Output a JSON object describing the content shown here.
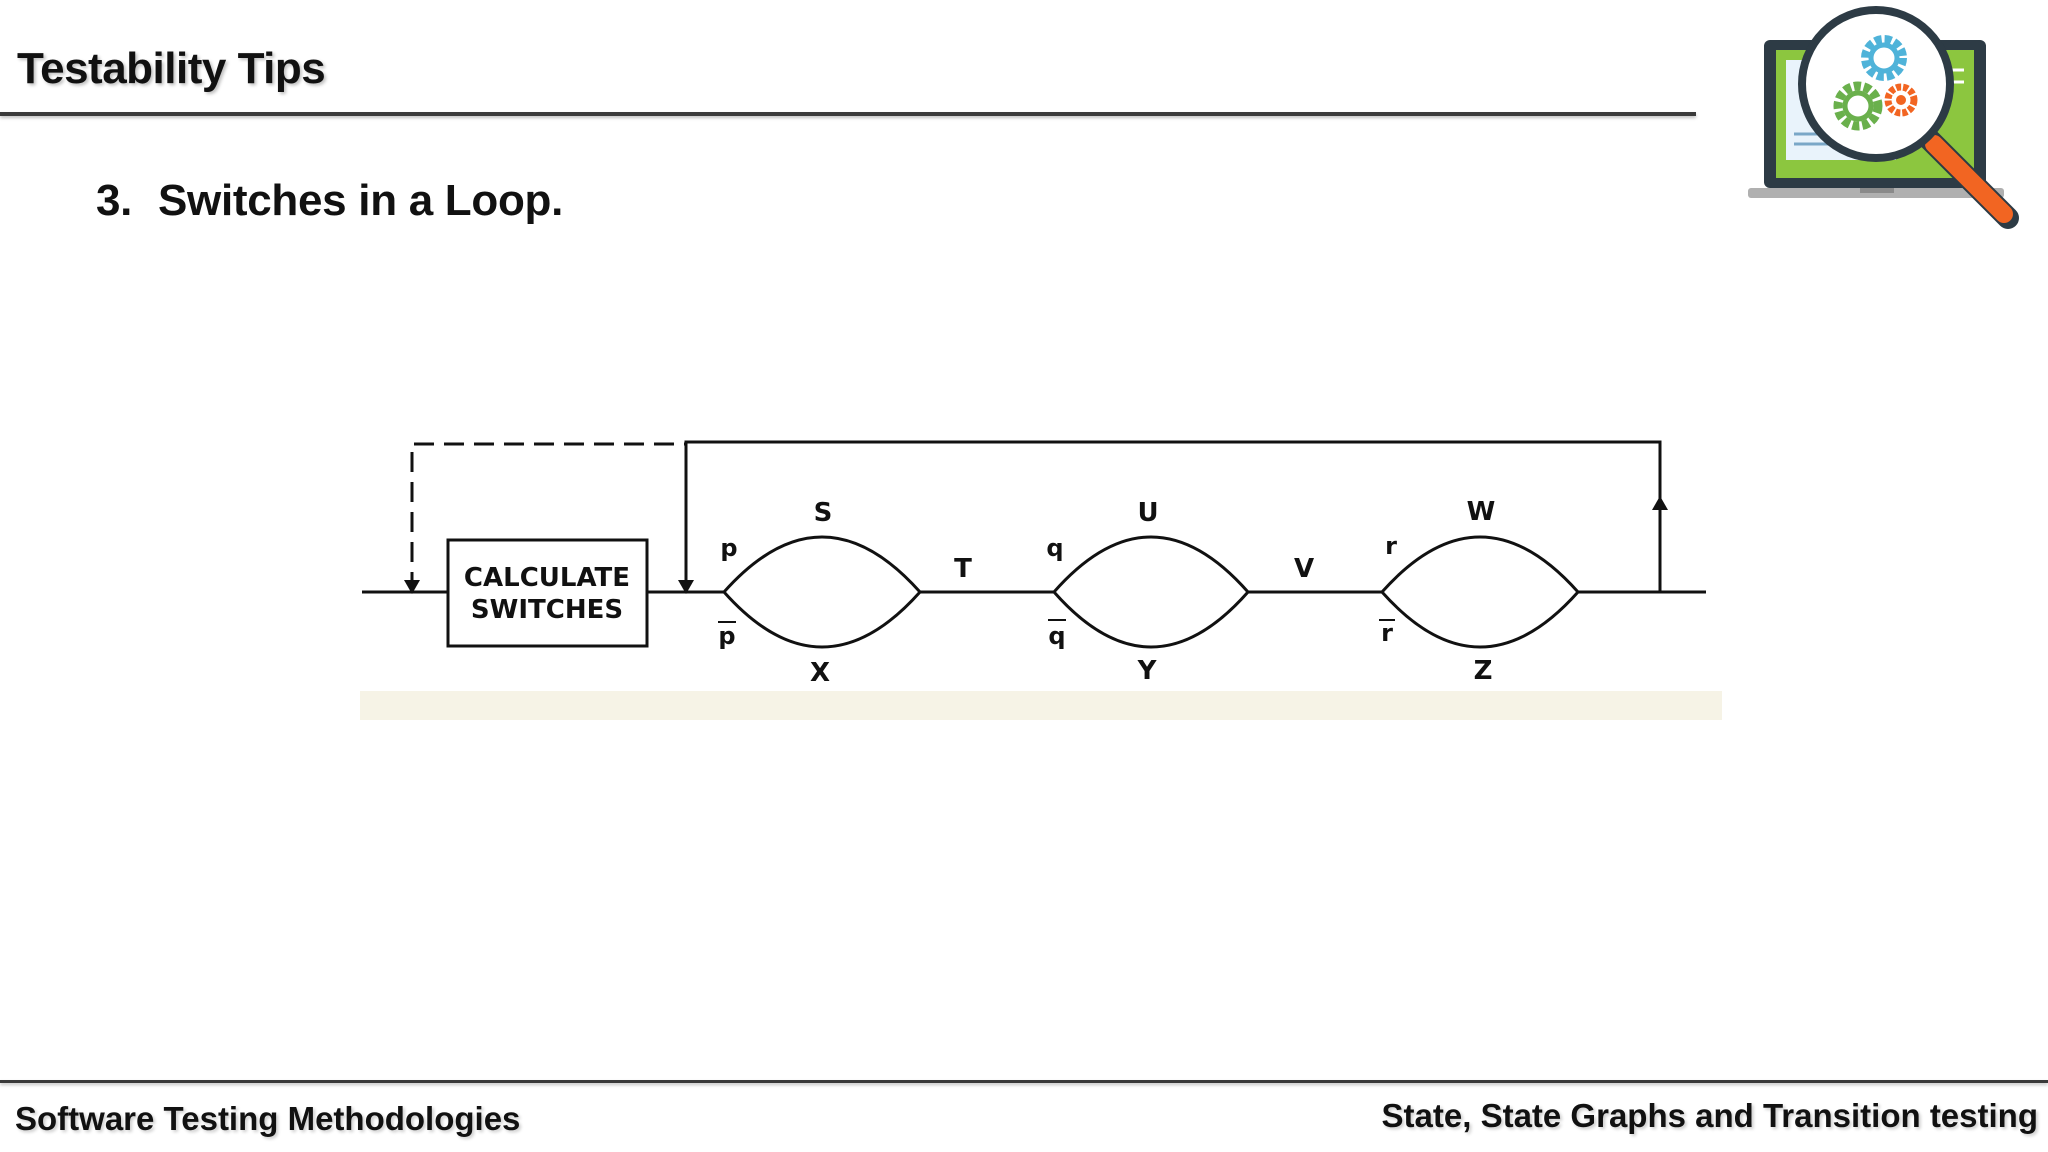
{
  "header": {
    "title": "Testability Tips"
  },
  "content": {
    "heading_number": "3.",
    "heading_text": "Switches in a Loop."
  },
  "diagram": {
    "box_line1": "CALCULATE",
    "box_line2": "SWITCHES",
    "labels": {
      "p": "p",
      "p_bar": "p",
      "S": "S",
      "X": "X",
      "T": "T",
      "q": "q",
      "q_bar": "q",
      "U": "U",
      "Y": "Y",
      "V": "V",
      "r": "r",
      "r_bar": "r",
      "W": "W",
      "Z": "Z"
    }
  },
  "footer": {
    "left": "Software Testing Methodologies",
    "right": "State, State Graphs and Transition testing"
  },
  "colors": {
    "text": "#111111",
    "rule": "#3a3a3a",
    "logo_screen_green": "#8cc63f",
    "logo_screen_frame": "#2d3b45",
    "logo_magnifier_handle": "#f26522",
    "logo_gear_blue": "#4fb3d9",
    "logo_gear_green": "#6ab04c",
    "logo_gear_orange": "#f26522"
  },
  "icons": {
    "logo": "laptop-magnifier-gears-icon"
  }
}
